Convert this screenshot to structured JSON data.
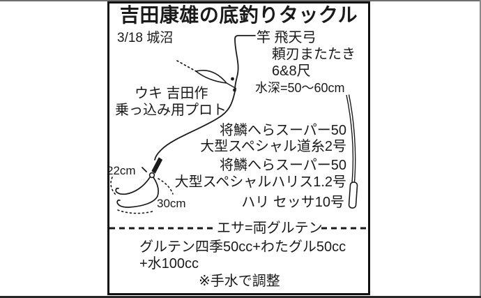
{
  "colors": {
    "ink": "#1a1a1a",
    "background": "#ffffff",
    "frame_border": "#111111",
    "page_edge_gray": "#777777"
  },
  "diagram": {
    "title": "吉田康雄の底釣りタックル",
    "date_location": "3/18 城沼",
    "rod": {
      "label_line1": "竿 飛天弓",
      "label_line2": "頼刃またたき",
      "label_line3": "6&8尺"
    },
    "depth": "水深=50〜60cm",
    "float": {
      "line1": "ウキ 吉田作",
      "line2": "乗っ込み用プロト"
    },
    "main_line": {
      "line1": "将鱗へらスーパー50",
      "line2": "大型スペシャル道糸2号"
    },
    "leader": {
      "line1": "将鱗へらスーパー50",
      "line2": "大型スペシャルハリス1.2号"
    },
    "hook": "ハリ セッサ10号",
    "hair_upper_length": "22cm",
    "hair_lower_length": "30cm",
    "bait": {
      "header": "エサ=両グルテン",
      "recipe_line1": "グルテン四季50cc+わたグル50cc",
      "recipe_line2": "+水100cc",
      "note": "※手水で調整"
    }
  }
}
